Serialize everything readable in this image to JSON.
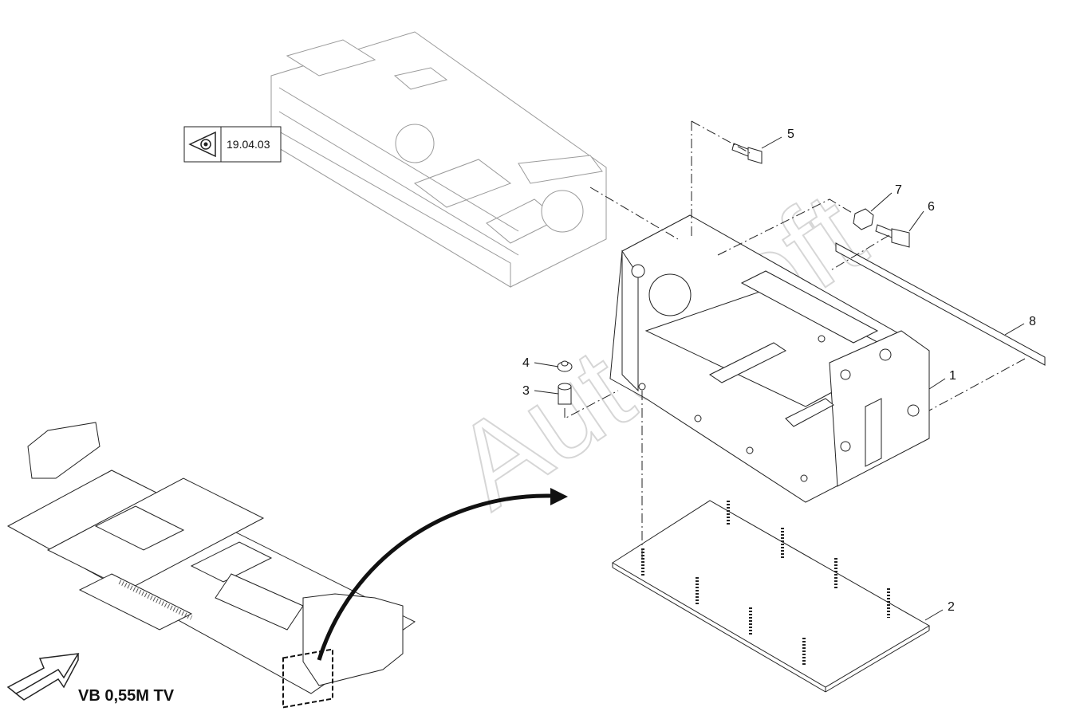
{
  "reference_box": {
    "icon": "eye-view-icon",
    "text": "19.04.03"
  },
  "machine_caption": "VB 0,55M TV",
  "watermark": "AutoSoft",
  "callouts": [
    {
      "id": "c1",
      "text": "1"
    },
    {
      "id": "c2",
      "text": "2"
    },
    {
      "id": "c3",
      "text": "3"
    },
    {
      "id": "c4",
      "text": "4"
    },
    {
      "id": "c5",
      "text": "5"
    },
    {
      "id": "c6",
      "text": "6"
    },
    {
      "id": "c7",
      "text": "7"
    },
    {
      "id": "c8",
      "text": "8"
    }
  ]
}
